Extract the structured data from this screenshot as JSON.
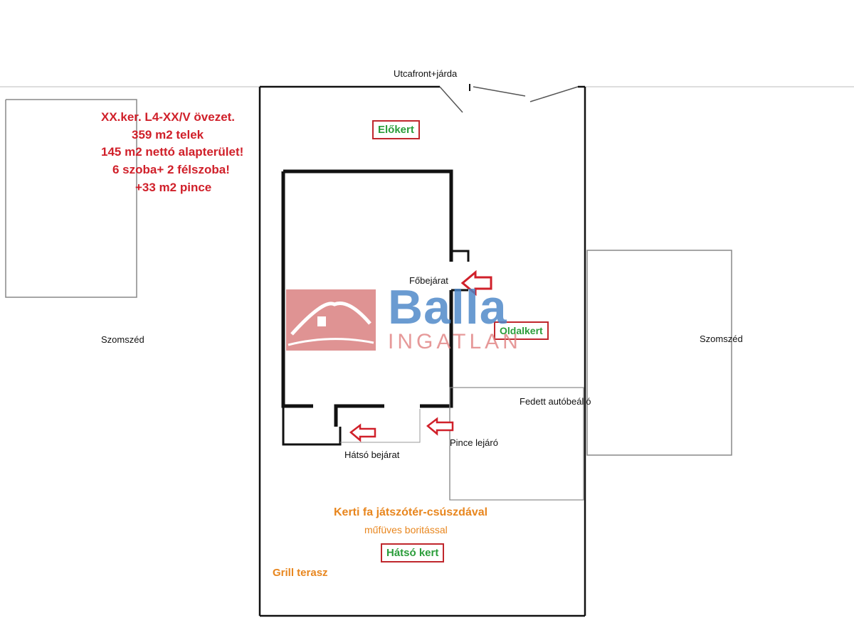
{
  "info": {
    "lines": [
      "XX.ker. L4-XX/V övezet.",
      "359 m2 telek",
      "145 m2 nettó alapterület!",
      "6 szoba+ 2 félszoba!",
      "+33 m2 pince"
    ]
  },
  "labels": {
    "street": "Utcafront+járda",
    "neighbor_left": "Szomszéd",
    "neighbor_right": "Szomszéd",
    "main_entrance": "Főbejárat",
    "carport": "Fedett autóbeálló",
    "cellar_entrance": "Pince lejáró",
    "back_entrance": "Hátsó bejárat",
    "playground": "Kerti fa játszótér-csúszdával",
    "artificial_turf": "műfüves boritással",
    "grill": "Grill terasz"
  },
  "zones": {
    "front_garden": "Előkert",
    "side_garden": "Oldalkert",
    "back_garden": "Hátsó kert"
  },
  "watermark": {
    "brand": "Balla",
    "sub": "INGATLAN"
  },
  "colors": {
    "info_text": "#d0202a",
    "zone_text": "#2a9d3a",
    "zone_border": "#c0272d",
    "garden_note": "#e8861e",
    "arrow": "#d0202a",
    "wall": "#111111"
  }
}
